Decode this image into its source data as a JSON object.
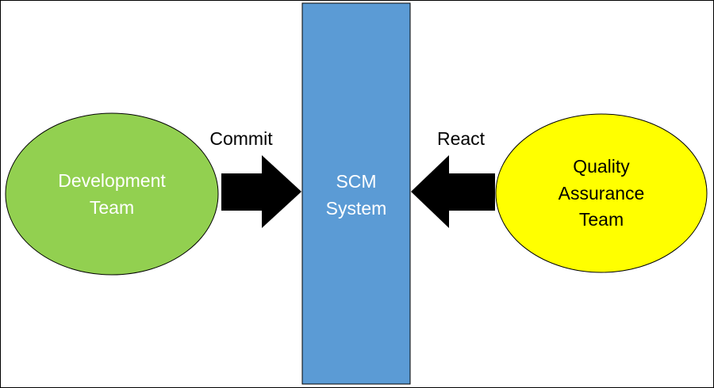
{
  "diagram": {
    "nodes": {
      "dev_team": {
        "line1": "Development",
        "line2": "Team",
        "fill": "#92d050",
        "text_color": "#ffffff"
      },
      "scm": {
        "line1": "SCM",
        "line2": "System",
        "fill": "#5b9bd5",
        "text_color": "#ffffff"
      },
      "qa_team": {
        "line1": "Quality",
        "line2": "Assurance",
        "line3": "Team",
        "fill": "#ffff00",
        "text_color": "#000000"
      }
    },
    "edges": {
      "commit": {
        "label": "Commit"
      },
      "react": {
        "label": "React"
      }
    },
    "colors": {
      "border": "#000000",
      "arrow": "#000000",
      "background": "#ffffff"
    }
  }
}
